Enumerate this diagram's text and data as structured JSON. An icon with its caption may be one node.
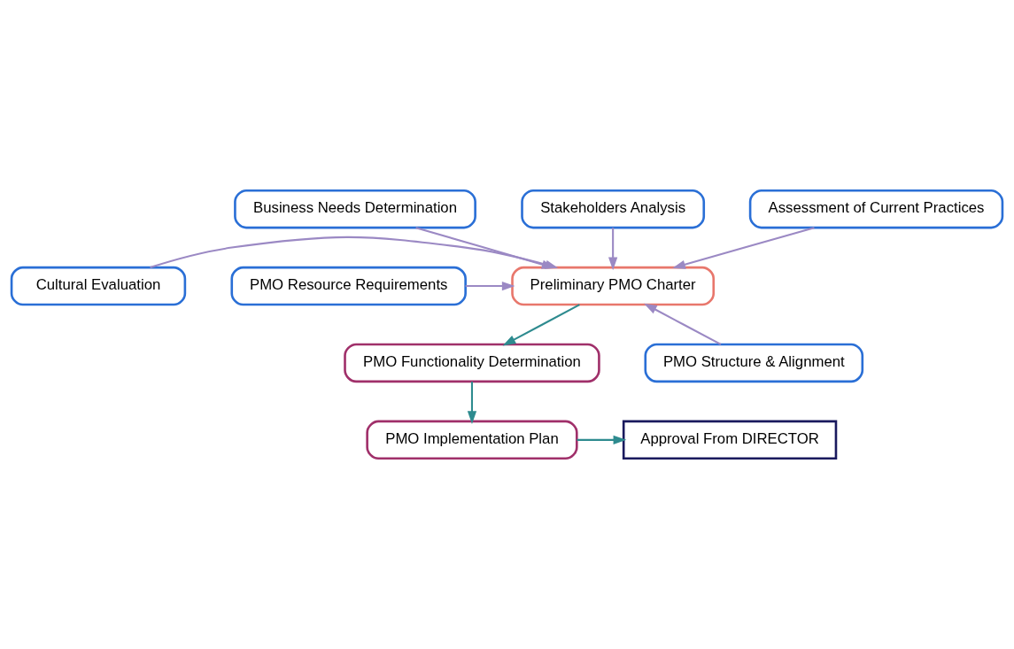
{
  "diagram": {
    "nodes": [
      {
        "text": [
          "Business Needs Determination"
        ]
      },
      {
        "text": [
          "Stakeholders Analysis"
        ]
      },
      {
        "text": [
          "Assessment of Current Practices"
        ]
      },
      {
        "text": [
          "Cultural Evaluation"
        ]
      },
      {
        "text": [
          "Preliminary PMO Charter"
        ]
      },
      {
        "text": [
          "PMO Resource Requirements"
        ]
      },
      {
        "text": [
          "PMO Functionality Determination"
        ]
      },
      {
        "text": [
          "PMO Structure & Alignment"
        ]
      },
      {
        "text": [
          "PMO Implementation Plan"
        ]
      },
      {
        "text": [
          "Approval From DIRECTOR"
        ]
      }
    ],
    "edges": [
      {
        "from": 0,
        "to": 4,
        "arrow": "to"
      },
      {
        "from": 3,
        "to": 4,
        "arrow": "to"
      },
      {
        "from": 1,
        "to": 4,
        "arrow": "to"
      },
      {
        "from": 2,
        "to": 4,
        "arrow": "to"
      },
      {
        "from": 5,
        "to": 4,
        "arrow": "to"
      },
      {
        "from": 7,
        "to": 4,
        "arrow": "to"
      },
      {
        "from": 4,
        "to": 6,
        "arrow": "to",
        "color": "#2e8b8f"
      },
      {
        "from": 6,
        "to": 8,
        "arrow": "to",
        "color": "#2e8b8f"
      },
      {
        "from": 8,
        "to": 9,
        "arrow": "to",
        "color": "#2e8b8f"
      }
    ]
  }
}
